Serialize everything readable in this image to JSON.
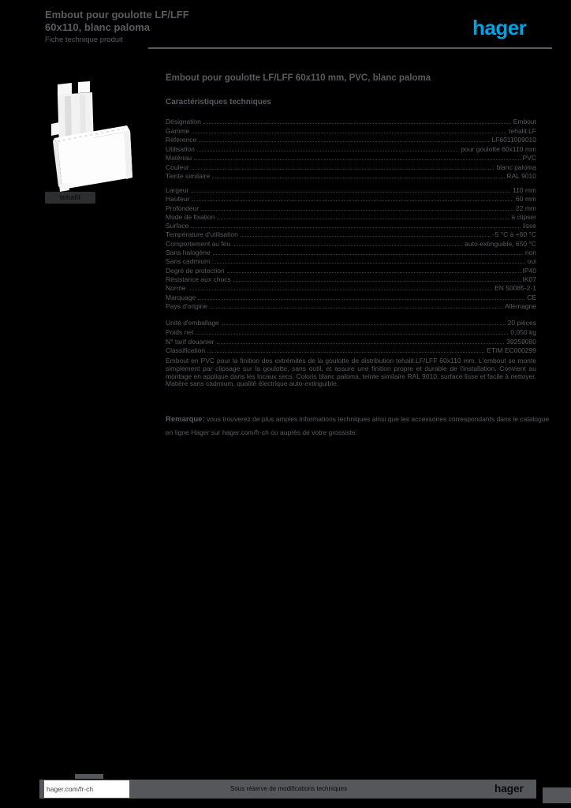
{
  "colors": {
    "page_bg": "#000000",
    "text_gray": "#595B5E",
    "accent_blue": "#00A2E2",
    "footer_band": "#55575A"
  },
  "header": {
    "title_line1": "Embout pour goulotte LF/LFF",
    "title_line2": "60x110, blanc paloma",
    "doc_type": "Fiche technique produit",
    "logo_text": "hager"
  },
  "product": {
    "image_name": "white-trunking-end-cap-photo",
    "badge_label": "tehalit"
  },
  "main": {
    "heading": "Embout pour goulotte LF/LFF 60x110 mm, PVC, blanc paloma",
    "section_heading": "Caractéristiques techniques",
    "groups": [
      {
        "rows": [
          {
            "label": "Désignation",
            "value": "Embout"
          },
          {
            "label": "Gamme",
            "value": "tehalit.LF"
          },
          {
            "label": "Référence",
            "value": "LF6011009010"
          },
          {
            "label": "Utilisation",
            "value": "pour goulotte 60x110 mm"
          },
          {
            "label": "Matériau",
            "value": "PVC"
          },
          {
            "label": "Couleur",
            "value": "blanc paloma"
          },
          {
            "label": "Teinte similaire",
            "value": "RAL 9010"
          }
        ]
      },
      {
        "rows": [
          {
            "label": "Largeur",
            "value": "110 mm"
          },
          {
            "label": "Hauteur",
            "value": "60 mm"
          },
          {
            "label": "Profondeur",
            "value": "22 mm"
          },
          {
            "label": "Mode de fixation",
            "value": "à clipser"
          },
          {
            "label": "Surface",
            "value": "lisse"
          },
          {
            "label": "Température d'utilisation",
            "value": "-5 °C à +60 °C"
          },
          {
            "label": "Comportement au feu",
            "value": "auto-extinguible, 650 °C"
          },
          {
            "label": "Sans halogène",
            "value": "non"
          },
          {
            "label": "Sans cadmium",
            "value": "oui"
          },
          {
            "label": "Degré de protection",
            "value": "IP40"
          },
          {
            "label": "Résistance aux chocs",
            "value": "IK07"
          },
          {
            "label": "Norme",
            "value": "EN 50085-2-1"
          },
          {
            "label": "Marquage",
            "value": "CE"
          },
          {
            "label": "Pays d'origine",
            "value": "Allemagne"
          }
        ]
      },
      {
        "rows": [
          {
            "label": "Unité d'emballage",
            "value": "20 pièces"
          },
          {
            "label": "Poids net",
            "value": "0,050 kg"
          },
          {
            "label": "N° tarif douanier",
            "value": "39259080"
          },
          {
            "label": "Classification",
            "value": "ETIM EC000299"
          }
        ]
      }
    ],
    "description": "Embout en PVC pour la finition des extrémités de la goulotte de distribution tehalit.LF/LFF 60x110 mm. L'embout se monte simplement par clipsage sur la goulotte, sans outil, et assure une finition propre et durable de l'installation. Convient au montage en applique dans les locaux secs. Coloris blanc paloma, teinte similaire RAL 9010, surface lisse et facile à nettoyer. Matière sans cadmium, qualité électrique auto-extinguible.",
    "note": {
      "label": "Remarque:",
      "text": "vous trouverez de plus amples informations techniques ainsi que les accessoires correspondants dans le catalogue en ligne Hager sur hager.com/fr-ch ou auprès de votre grossiste."
    }
  },
  "footer": {
    "link": "hager.com/fr-ch",
    "center_text": "Sous réserve de modifications techniques",
    "logo_text": "hager"
  }
}
